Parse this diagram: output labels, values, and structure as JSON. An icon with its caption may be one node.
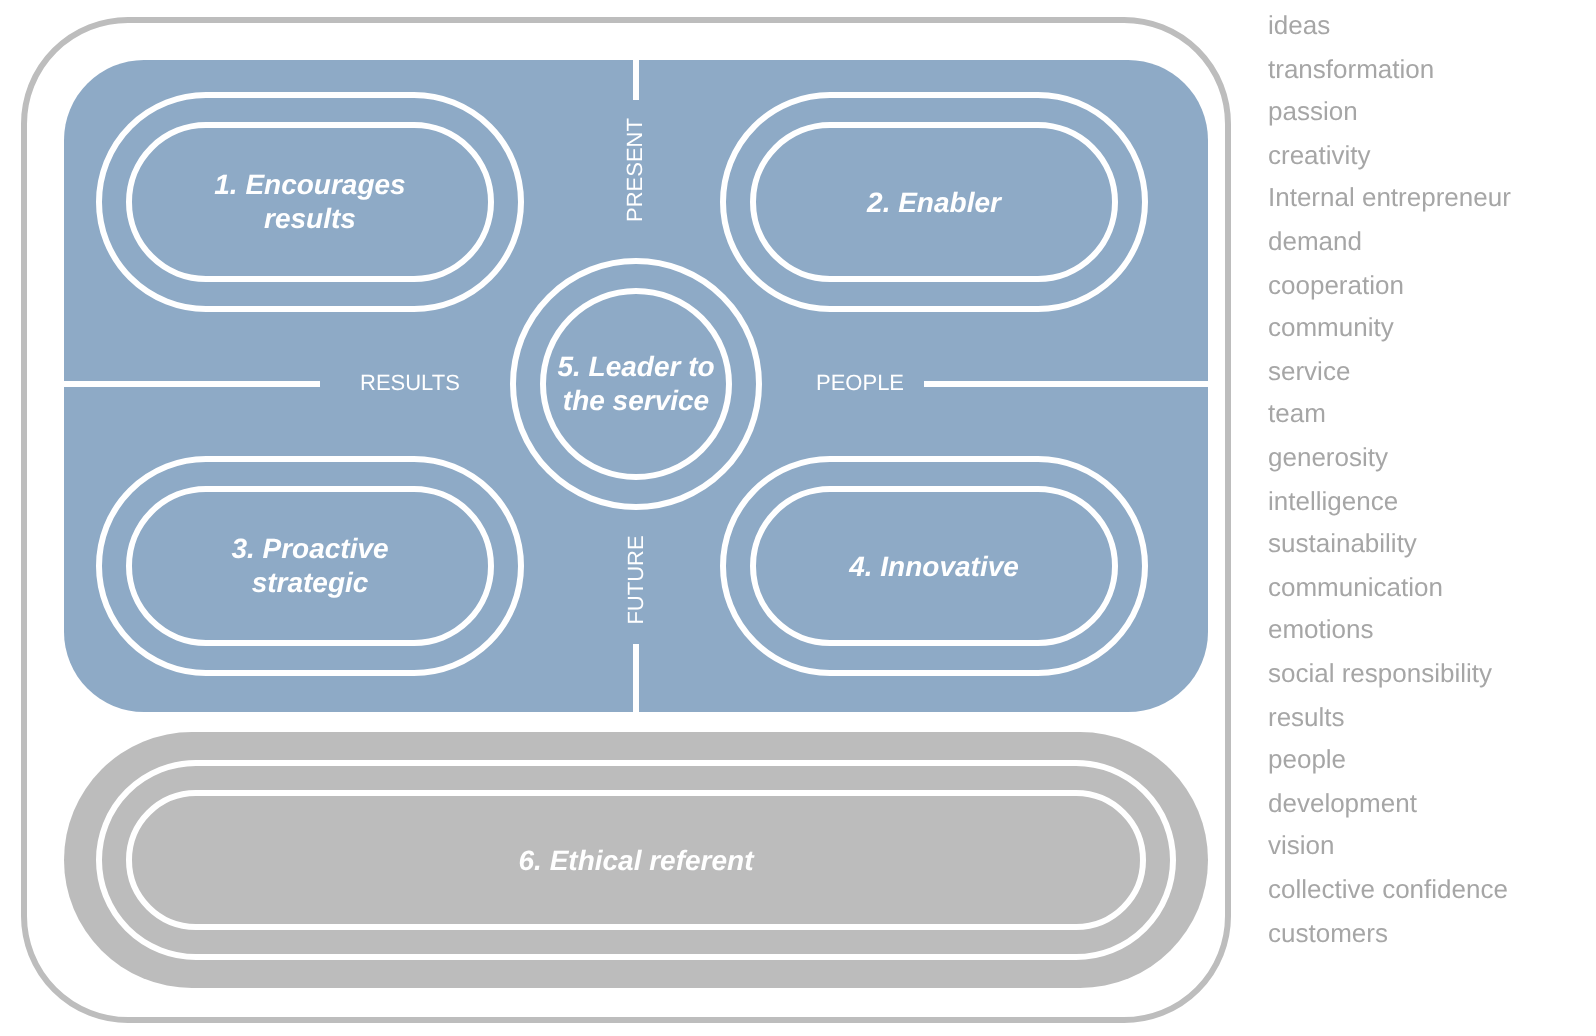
{
  "diagram": {
    "nodes": [
      {
        "text": [
          "1. Encourages results"
        ]
      },
      {
        "text": [
          "2. Enabler"
        ]
      },
      {
        "text": [
          "3. Proactive strategic"
        ]
      },
      {
        "text": [
          "4. Innovative"
        ]
      },
      {
        "text": [
          "5. Leader to the service"
        ]
      },
      {
        "text": [
          "6. Ethical referent"
        ]
      }
    ],
    "labels": [
      "PRESENT",
      "RESULTS",
      "PEOPLE",
      "FUTURE",
      "ideas",
      "transformation",
      "passion",
      "creativity",
      "Internal entrepreneur",
      "demand",
      "cooperation",
      "community",
      "service",
      "team",
      "generosity",
      "intelligence",
      "sustainability",
      "communication",
      "emotions",
      "social responsibility",
      "results",
      "people",
      "development",
      "vision",
      "collective confidence",
      "customers"
    ]
  }
}
